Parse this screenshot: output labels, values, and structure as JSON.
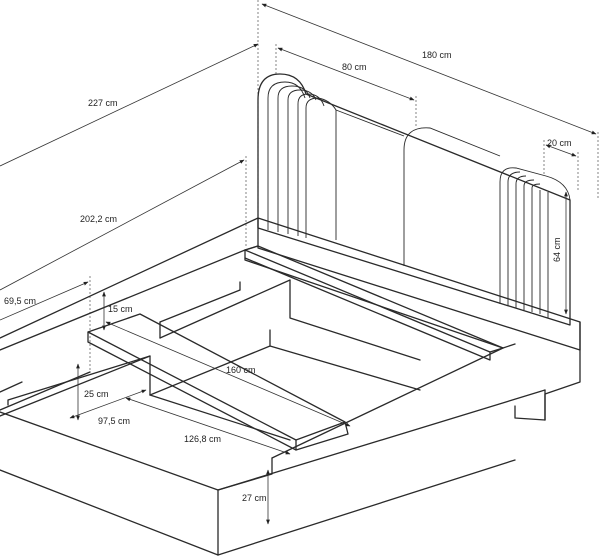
{
  "labels": {
    "total_length": "227 cm",
    "headboard_width": "180 cm",
    "cushion_width": "80 cm",
    "side_panel_width": "20 cm",
    "headboard_height": "64 cm",
    "frame_length": "202,2 cm",
    "side_height": "69,5 cm",
    "rail_depth": "15 cm",
    "inner_width": "160 cm",
    "inner_depth": "25 cm",
    "half_width": "97,5 cm",
    "slat_span": "126,8 cm",
    "frame_height": "27 cm"
  }
}
